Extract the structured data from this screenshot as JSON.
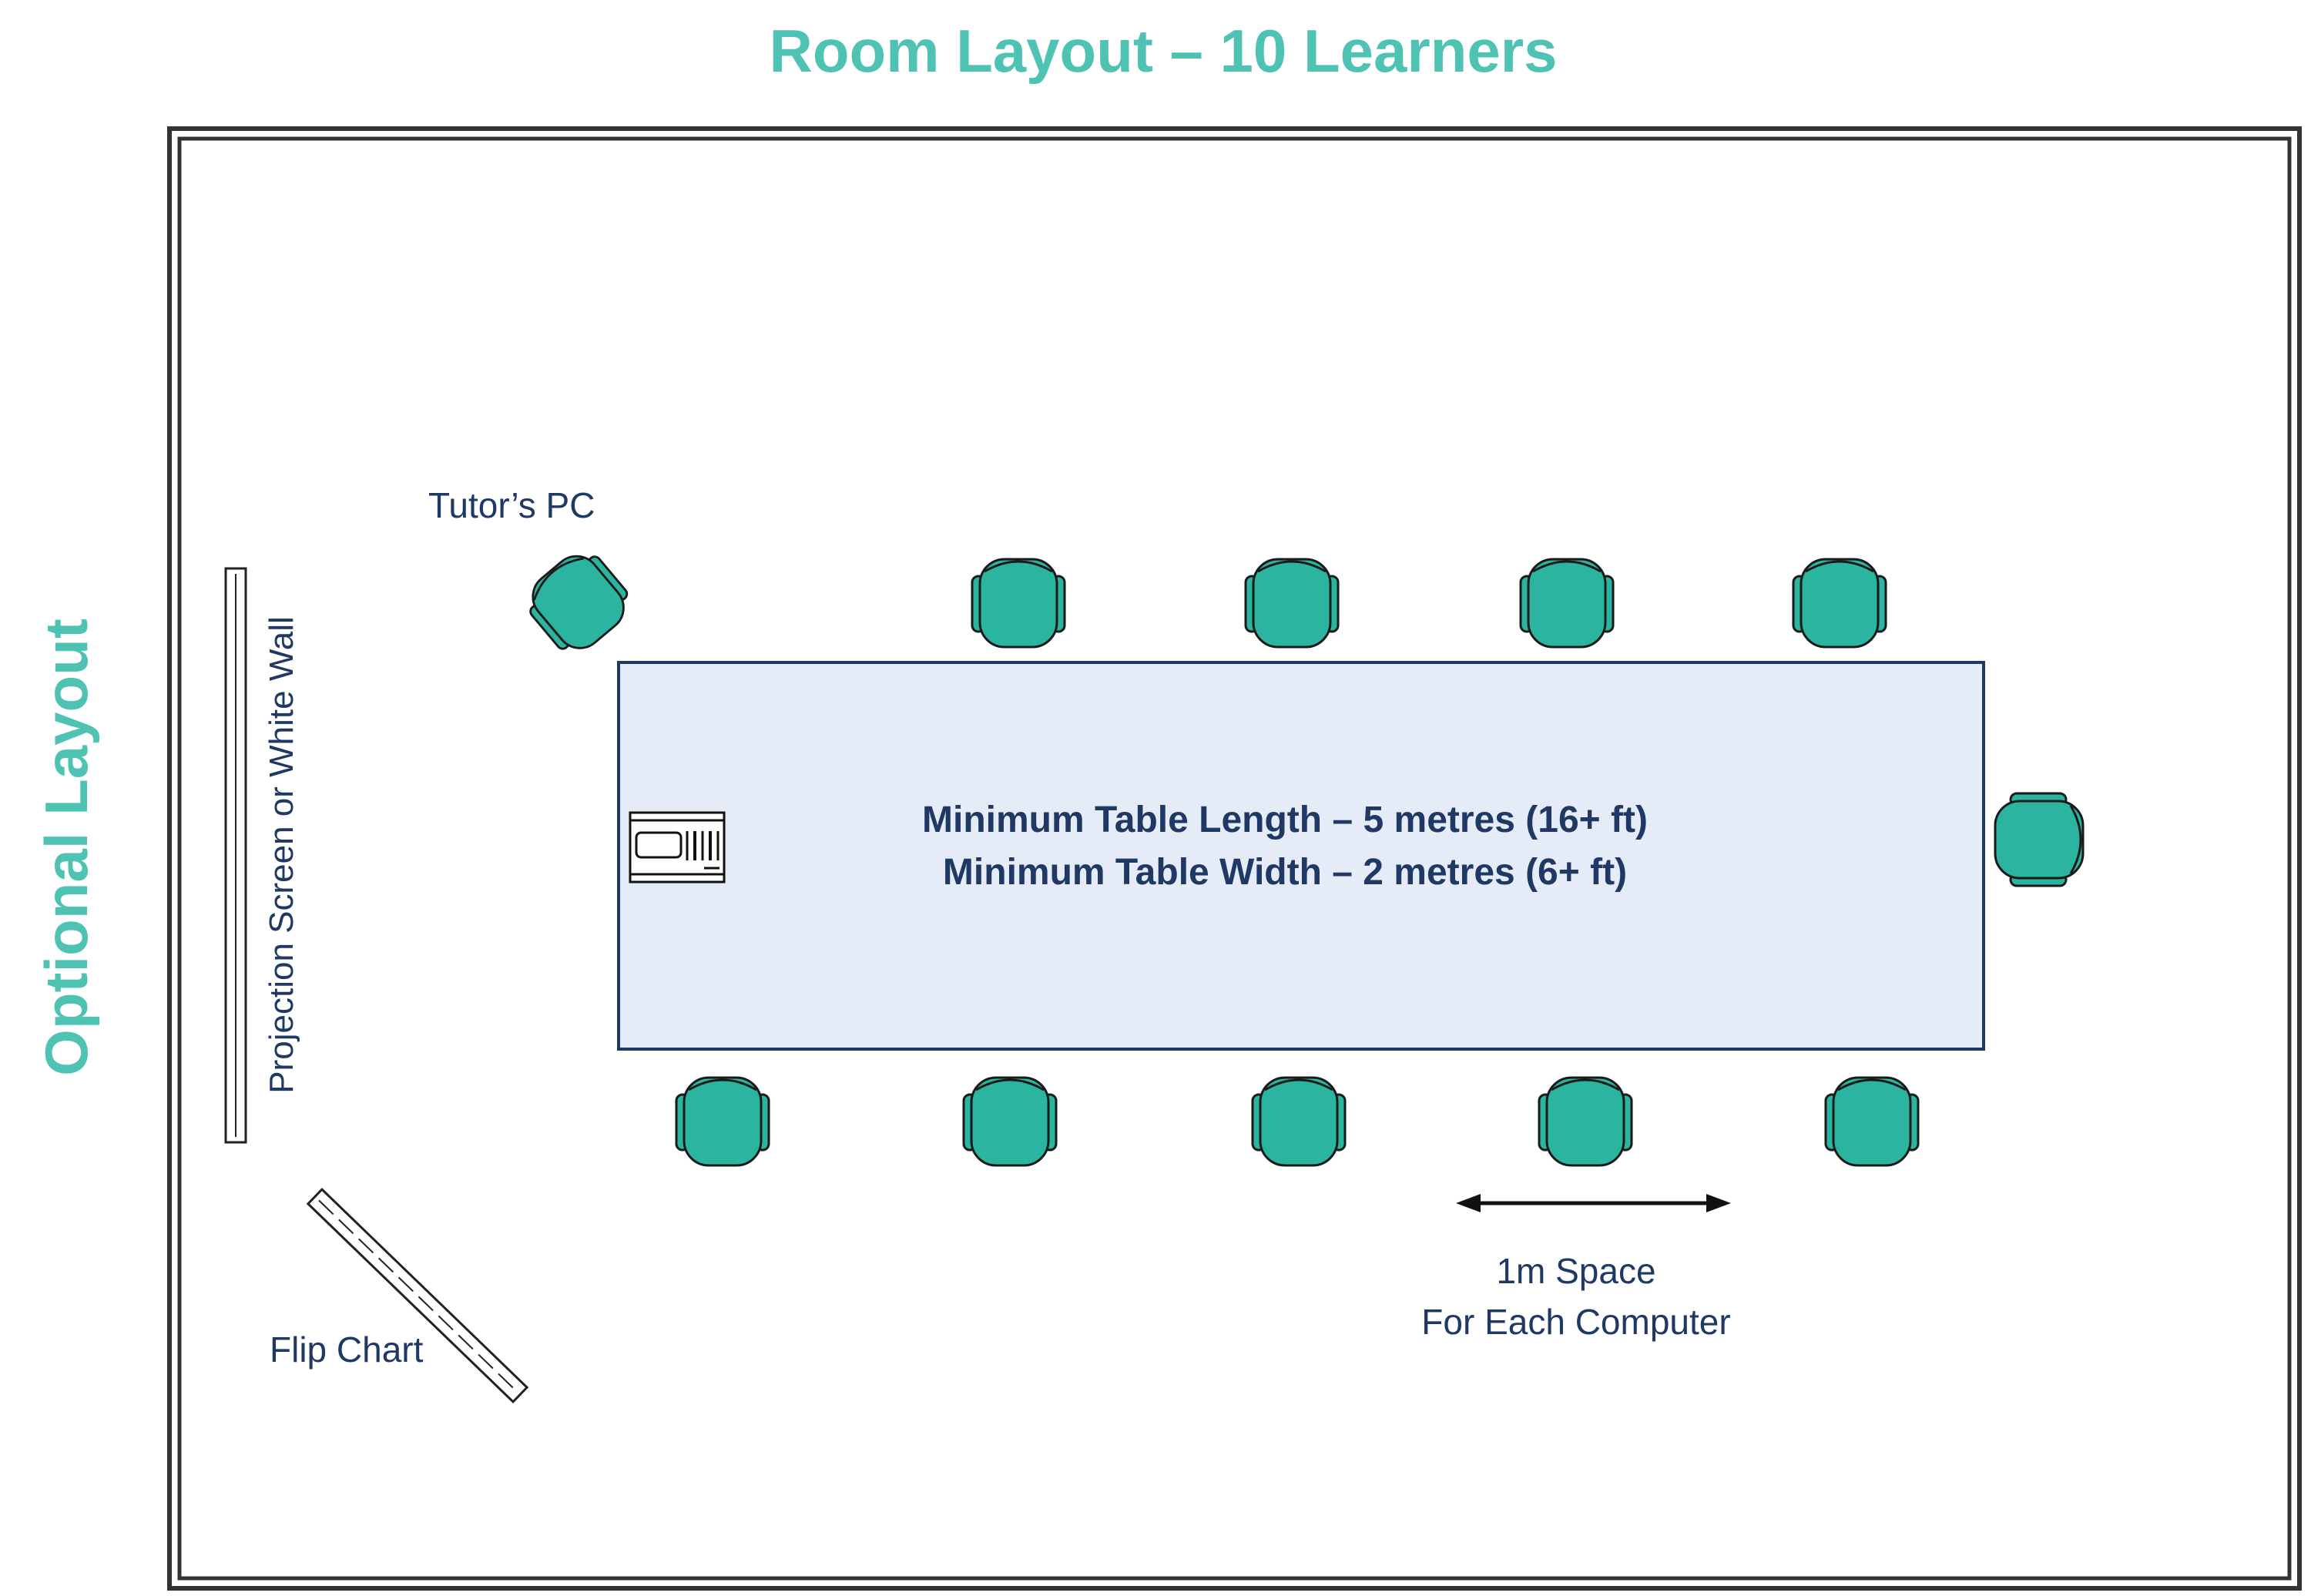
{
  "title": "Room Layout – 10 Learners",
  "side_label": "Optional Layout",
  "labels": {
    "tutor_pc": "Tutor’s PC",
    "projection": "Projection Screen or White Wall",
    "flip_chart": "Flip Chart",
    "table_length": "Minimum Table Length – 5 metres (16+ ft)",
    "table_width": "Minimum Table Width – 2 metres (6+ ft)",
    "space_line1": "1m Space",
    "space_line2": "For Each Computer"
  },
  "colors": {
    "accent": "#4fc3b3",
    "chair": "#2bb5a0",
    "table_fill": "#e6ecf7",
    "table_stroke": "#1f3864",
    "text": "#1f3864"
  },
  "icons": {
    "chair": "office-chair-icon",
    "computer": "desktop-computer-icon",
    "arrow": "double-arrow-icon"
  }
}
